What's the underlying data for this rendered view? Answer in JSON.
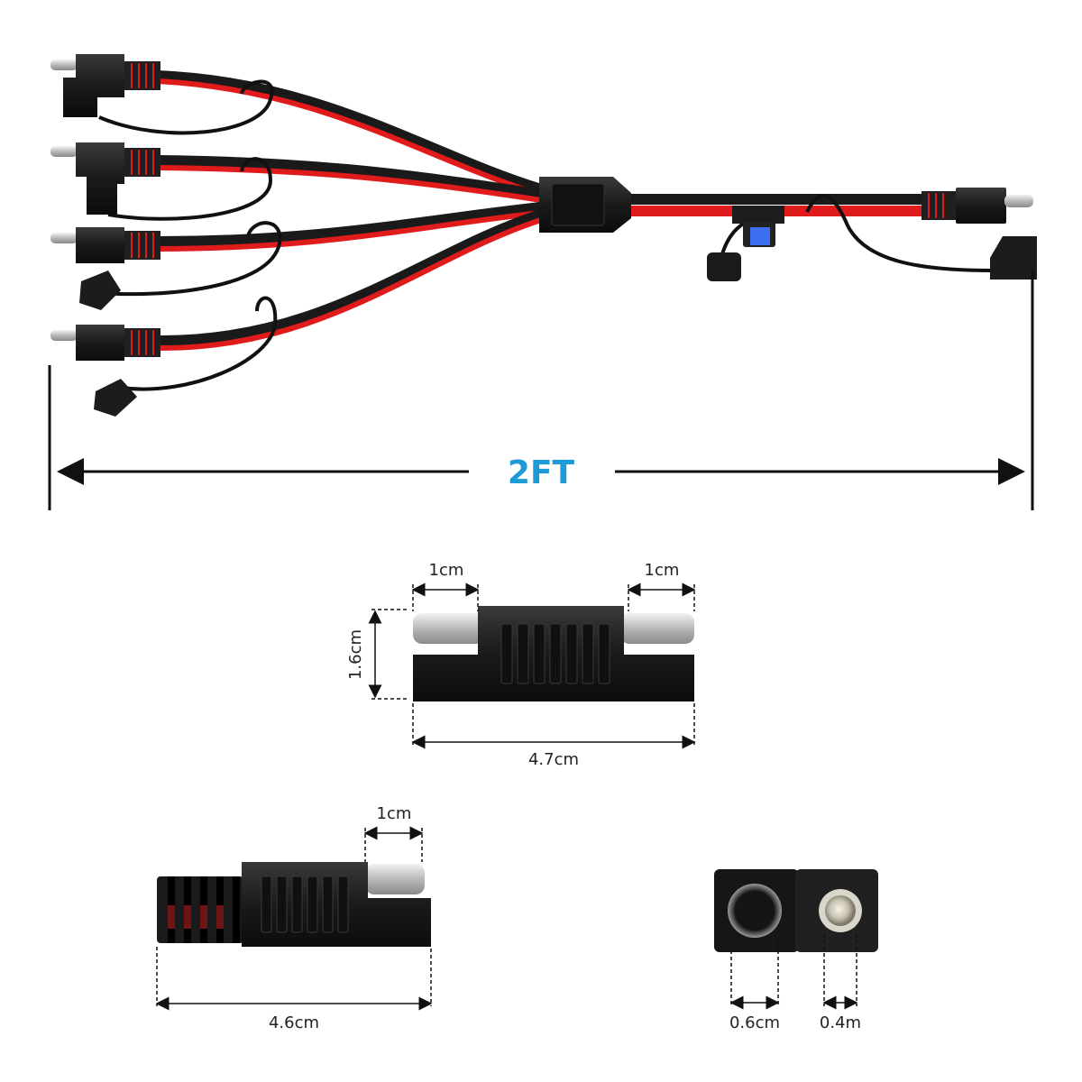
{
  "colors": {
    "wire_red": "#e01b1b",
    "wire_black": "#1a1a1a",
    "connector": "#1c1c1c",
    "pin": "#c9c9c9",
    "fuse_blue": "#3d6ff0",
    "accent_text": "#1e9ad6",
    "dimension": "#111111"
  },
  "icons": [
    "harness-icon",
    "sae-connector-icon",
    "fuse-holder-icon",
    "dust-cap-icon"
  ],
  "overall": {
    "length_label": "2FT"
  },
  "connector_pair": {
    "left_pin_label": "1cm",
    "right_pin_label": "1cm",
    "height_label": "1.6cm",
    "width_label": "4.7cm"
  },
  "single_connector": {
    "pin_label": "1cm",
    "length_label": "4.6cm"
  },
  "connector_face": {
    "socket_label": "0.6cm",
    "pin_label": "0.4m"
  }
}
